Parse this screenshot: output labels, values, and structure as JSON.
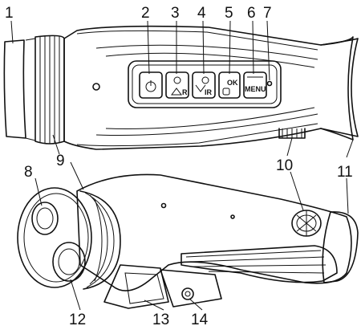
{
  "callouts": [
    {
      "id": "1",
      "text": "1"
    },
    {
      "id": "2",
      "text": "2"
    },
    {
      "id": "3",
      "text": "3"
    },
    {
      "id": "4",
      "text": "4"
    },
    {
      "id": "5",
      "text": "5"
    },
    {
      "id": "6",
      "text": "6"
    },
    {
      "id": "7",
      "text": "7"
    },
    {
      "id": "8",
      "text": "8"
    },
    {
      "id": "9",
      "text": "9"
    },
    {
      "id": "10",
      "text": "10"
    },
    {
      "id": "11",
      "text": "11"
    },
    {
      "id": "12",
      "text": "12"
    },
    {
      "id": "13",
      "text": "13"
    },
    {
      "id": "14",
      "text": "14"
    }
  ],
  "buttons": {
    "btn3": "R",
    "btn4": "IR",
    "btn5": "OK",
    "btn6": "MENU"
  },
  "icons": [
    "power-icon",
    "zoom-icon",
    "ir-icon",
    "ok-icon",
    "menu-icon"
  ]
}
